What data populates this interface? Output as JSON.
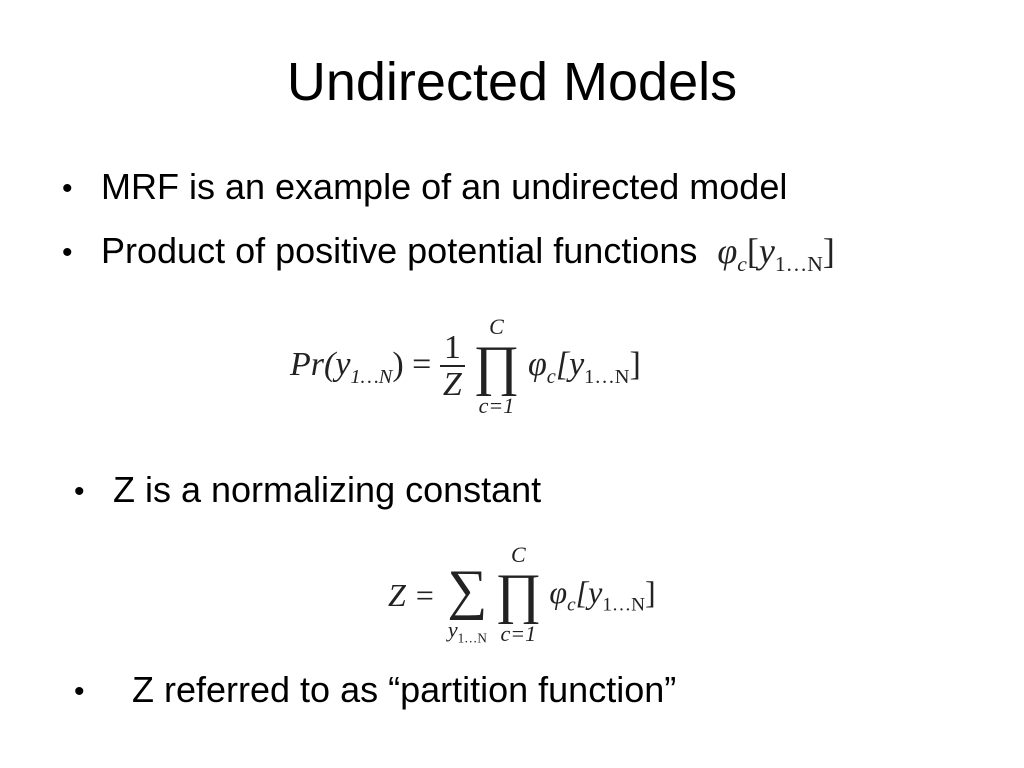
{
  "slide": {
    "title": "Undirected Models",
    "bullets": [
      {
        "text": "MRF is an example of an undirected model"
      },
      {
        "text": "Product of positive potential functions"
      },
      {
        "text": "Z is a normalizing constant"
      },
      {
        "text": "Z referred to as “partition function”"
      }
    ],
    "bullet_char": "•",
    "inline_math": {
      "phi": "φ",
      "sub_c": "c",
      "lb": "[",
      "y": "y",
      "sub_range": "1…N",
      "rb": "]"
    },
    "eq1": {
      "lhs": "Pr(y",
      "lhs_sub": "1…N",
      "lhs_close": ") =",
      "num": "1",
      "den": "Z",
      "prod_top": "C",
      "prod_sym": "∏",
      "prod_bot": "c=1",
      "term_phi": "φ",
      "term_sub": "c",
      "term_open": "[y",
      "term_range": "1…N",
      "term_close": "]"
    },
    "eq2": {
      "lhs": "Z =",
      "sum_sym": "∑",
      "sum_bot": "y",
      "sum_bot_sub": "1…N",
      "prod_top": "C",
      "prod_sym": "∏",
      "prod_bot": "c=1",
      "term_phi": "φ",
      "term_sub": "c",
      "term_open": "[y",
      "term_range": "1…N",
      "term_close": "]"
    }
  }
}
